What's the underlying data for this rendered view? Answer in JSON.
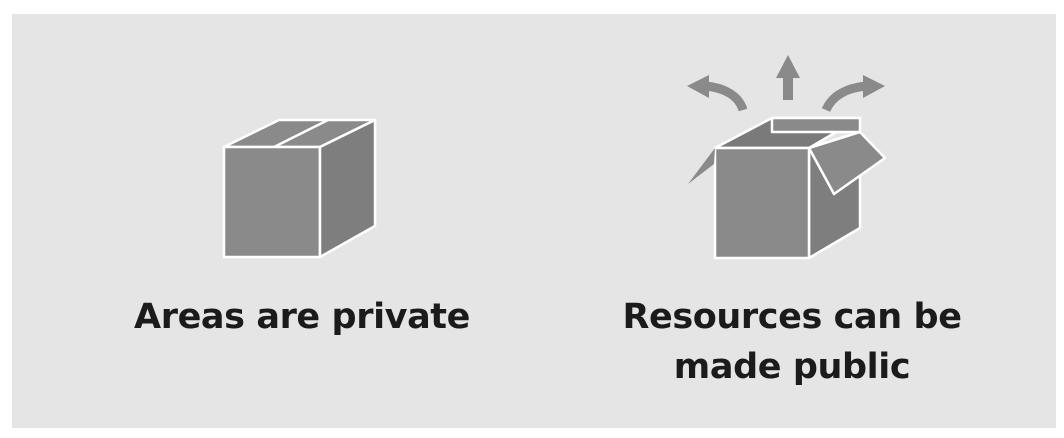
{
  "colors": {
    "background": "#e5e5e5",
    "box_fill": "#8a8a8a",
    "box_edge": "#ffffff",
    "arrow": "#8a8a8a",
    "text": "#1b1b1b"
  },
  "items": [
    {
      "icon": "closed-box-icon",
      "caption_lines": [
        "Areas are private"
      ]
    },
    {
      "icon": "open-box-with-arrows-icon",
      "caption_lines": [
        "Resources can be",
        "made public"
      ]
    }
  ]
}
